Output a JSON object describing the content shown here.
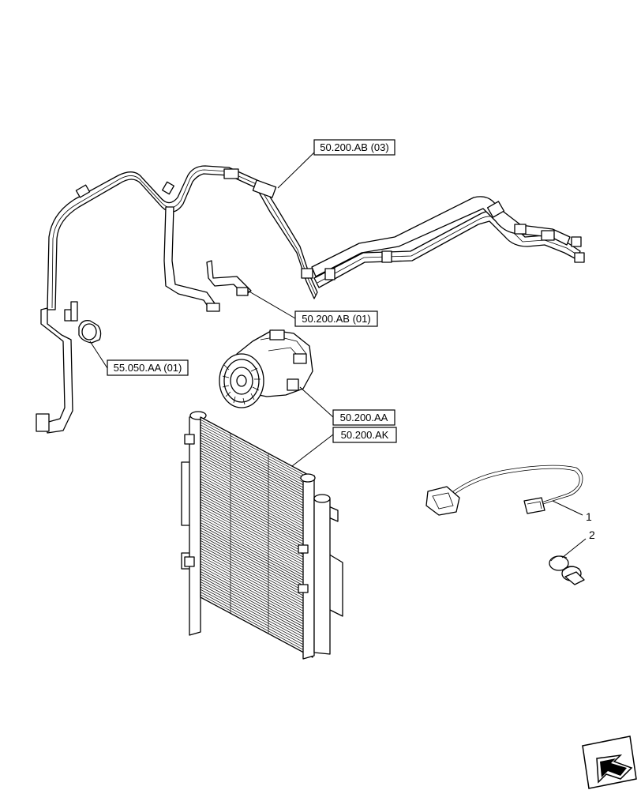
{
  "references": {
    "ac_line_03": "50.200.AB (03)",
    "ac_line_01": "50.200.AB (01)",
    "pressure_switch": "55.050.AA (01)",
    "compressor": "50.200.AA",
    "condenser": "50.200.AK"
  },
  "callouts": {
    "harness": "1",
    "clip": "2"
  },
  "nav_icon": "arrow-icon"
}
